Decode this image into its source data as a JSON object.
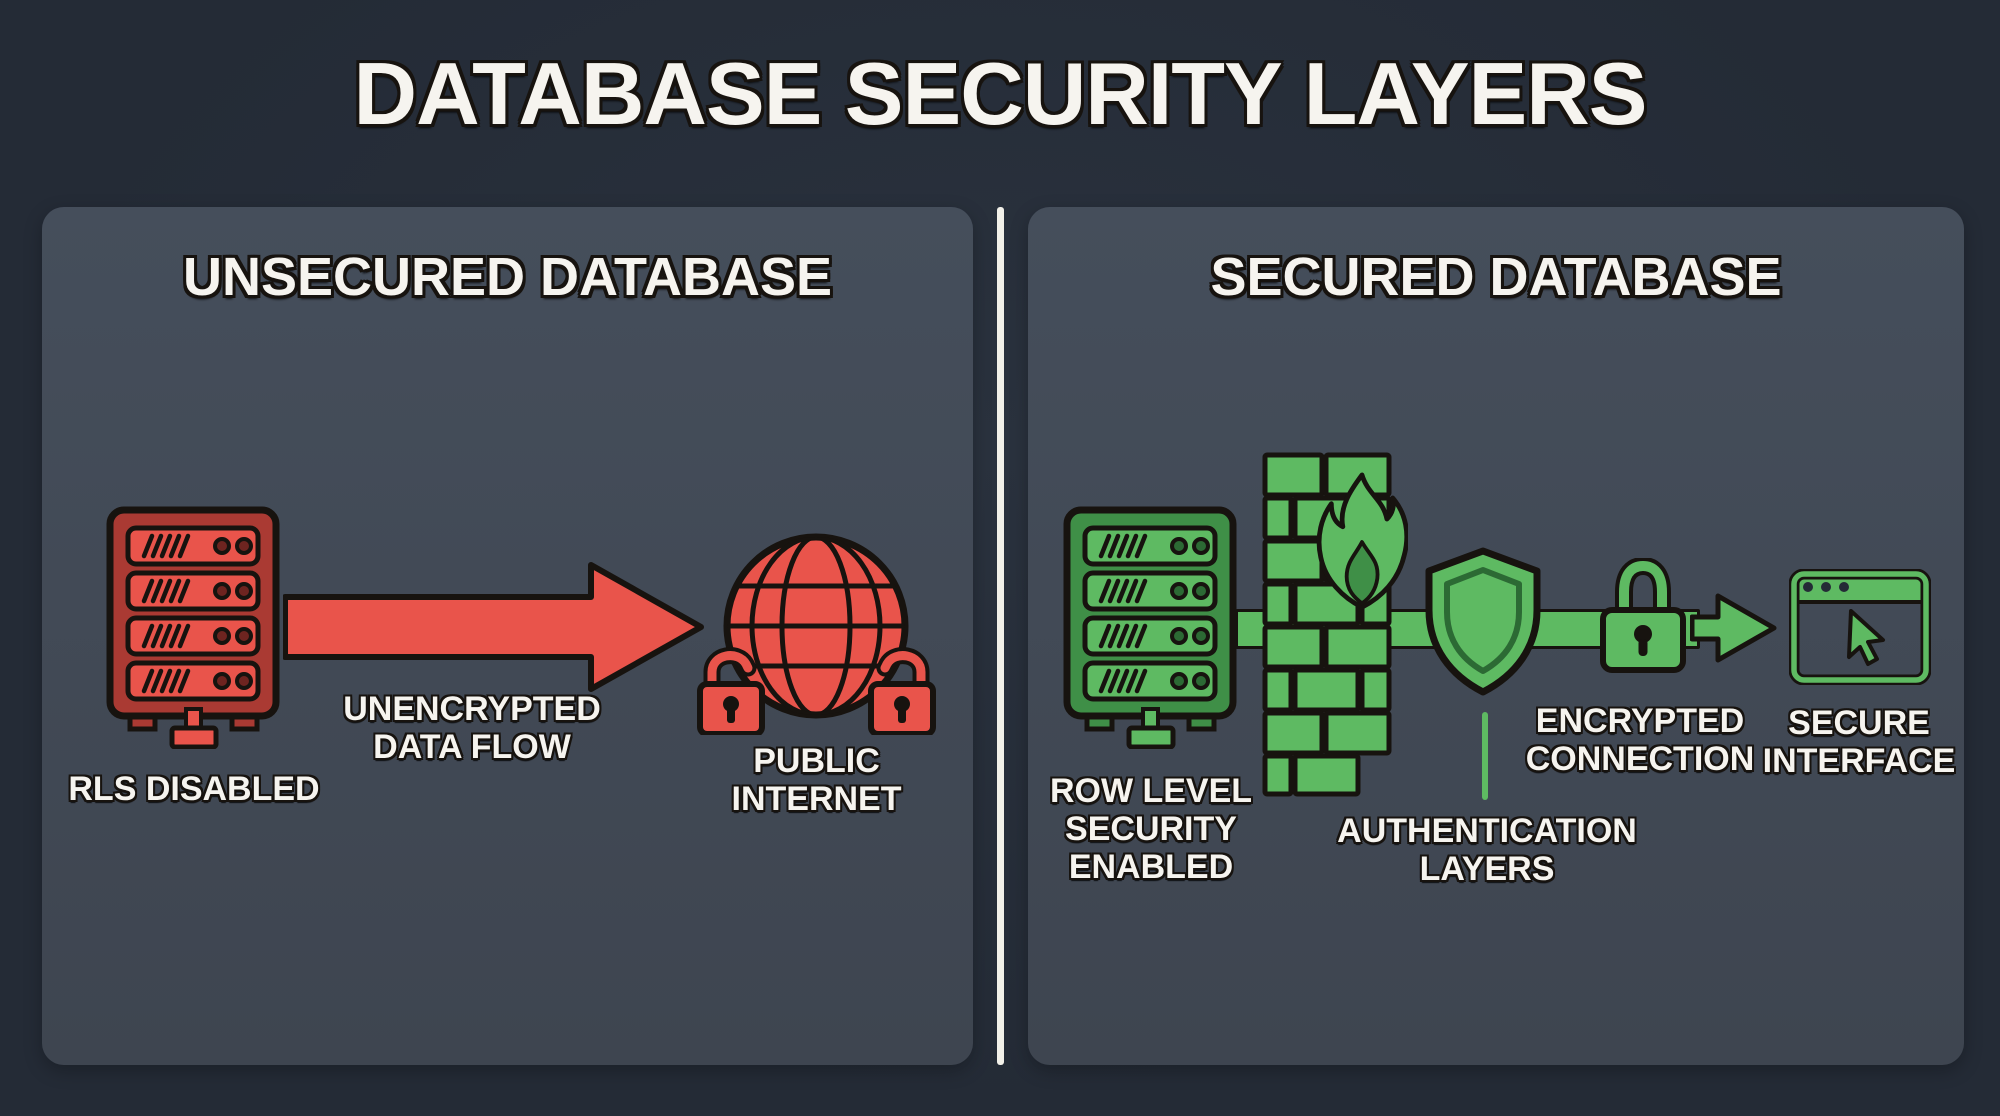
{
  "title": "DATABASE SECURITY LAYERS",
  "colors": {
    "bg": "#242b36",
    "panel": "#3e4550",
    "panel-top": "#454e5b",
    "divider": "#f2f1e9",
    "red": "#e9544b",
    "red-deep": "#aa3a33",
    "red-darker": "#6e2420",
    "green": "#5eba62",
    "green-deep": "#3f8f47",
    "green-darker": "#2c6a34",
    "outline": "#17130f",
    "text": "#f6f4ef"
  },
  "left_panel": {
    "heading": "UNSECURED DATABASE",
    "server_label": "RLS DISABLED",
    "flow_label": "UNENCRYPTED\nDATA FLOW",
    "globe_label": "PUBLIC\nINTERNET",
    "icons": [
      "database-server-icon",
      "unencrypted-flow-arrow-icon",
      "internet-globe-icon",
      "open-padlock-icon"
    ]
  },
  "right_panel": {
    "heading": "SECURED DATABASE",
    "server_label": "ROW LEVEL\nSECURITY\nENABLED",
    "shield_label": "AUTHENTICATION\nLAYERS",
    "lock_label": "ENCRYPTED\nCONNECTION",
    "browser_label": "SECURE\nINTERFACE",
    "icons": [
      "database-server-icon",
      "firewall-brick-icon",
      "flame-icon",
      "shield-icon",
      "closed-padlock-icon",
      "flow-arrow-icon",
      "browser-window-icon",
      "cursor-icon"
    ]
  }
}
